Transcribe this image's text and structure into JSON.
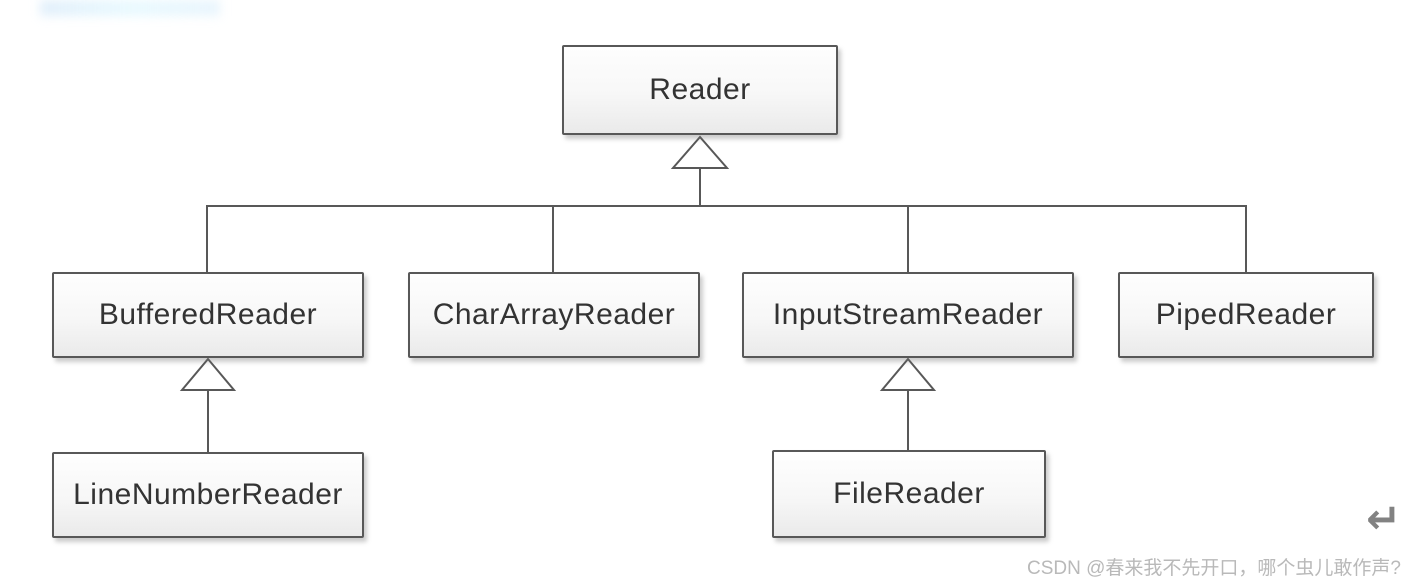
{
  "diagram": {
    "type": "uml-class-hierarchy",
    "nodes": [
      {
        "id": "reader",
        "label": "Reader"
      },
      {
        "id": "buffered-reader",
        "label": "BufferedReader",
        "parent": "Reader"
      },
      {
        "id": "char-array-reader",
        "label": "CharArrayReader",
        "parent": "Reader"
      },
      {
        "id": "input-stream-reader",
        "label": "InputStreamReader",
        "parent": "Reader"
      },
      {
        "id": "piped-reader",
        "label": "PipedReader",
        "parent": "Reader"
      },
      {
        "id": "line-number-reader",
        "label": "LineNumberReader",
        "parent": "BufferedReader"
      },
      {
        "id": "file-reader",
        "label": "FileReader",
        "parent": "InputStreamReader"
      }
    ]
  },
  "watermark": {
    "text": "CSDN @春来我不先开口，哪个虫儿敢作声?"
  },
  "icons": {
    "return_arrow": "↵"
  },
  "colors": {
    "box_border": "#585858",
    "box_fill_top": "#fefefe",
    "box_fill_bottom": "#eaeaea",
    "connector_line": "#585858",
    "node_text": "#333333",
    "watermark_text": "#b9b9b9",
    "return_arrow": "#828282"
  }
}
